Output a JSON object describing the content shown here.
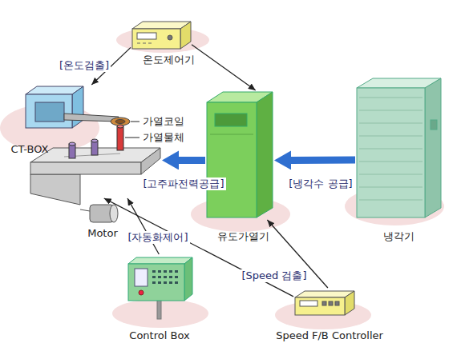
{
  "diagram": {
    "nodes": [
      {
        "text": [
          "온도제어기"
        ]
      },
      {
        "text": [
          "CT-BOX"
        ]
      },
      {
        "text": [
          "유도가열기"
        ]
      },
      {
        "text": [
          "냉각기"
        ]
      },
      {
        "text": [
          "Motor"
        ]
      },
      {
        "text": [
          "Control Box"
        ]
      },
      {
        "text": [
          "Speed F/B Controller"
        ]
      }
    ],
    "edges": [
      {
        "from": 0,
        "to": 1,
        "arrow": "to",
        "label": "[온도검출]"
      },
      {
        "from": 0,
        "to": 2,
        "arrow": "to"
      },
      {
        "from": 2,
        "to": 1,
        "arrow": "to",
        "label": "[고주파전력공급]"
      },
      {
        "from": 3,
        "to": 2,
        "arrow": "to",
        "label": "[냉각수 공급]"
      },
      {
        "from": 5,
        "to": 1,
        "arrow": "to",
        "label": "[자동화제어]"
      },
      {
        "from": 6,
        "to": 1,
        "arrow": "to",
        "label": "[Speed 검출]"
      },
      {
        "from": 6,
        "to": 2,
        "arrow": "to"
      }
    ],
    "labels": [
      "가열코일",
      "가열물체"
    ]
  }
}
